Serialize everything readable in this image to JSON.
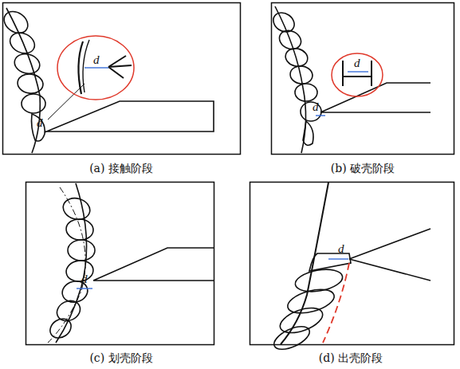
{
  "diagram": {
    "labels": [
      "d",
      "d",
      "d",
      "d",
      "d",
      "d",
      "(a) 接触阶段",
      "(b) 破壳阶段",
      "(c) 划壳阶段",
      "(d) 出壳阶段"
    ]
  }
}
